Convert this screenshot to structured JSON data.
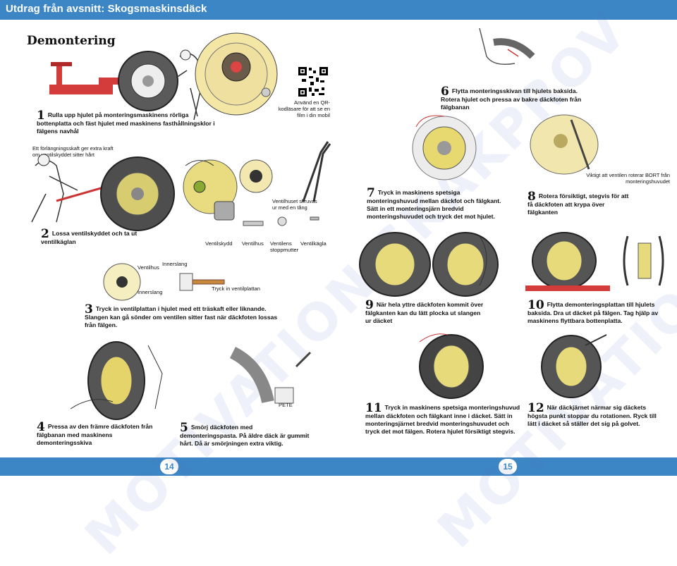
{
  "header": {
    "title": "Utdrag från avsnitt: Skogsmaskinsdäck"
  },
  "section_heading": "Demontering",
  "watermark": "MOTIVATION SKAKPROV",
  "qr_caption": "Använd en QR-kodläsare för att se en film i din mobil",
  "steps": [
    {
      "num": "1",
      "text": "Rulla upp hjulet på monteringsmaskinens rörliga bottenplatta och fäst hjulet med maskinens fasthållningsklor i fälgens navhål"
    },
    {
      "num": "2",
      "text": "Lossa ventilskyddet och ta ut ventilkäglan"
    },
    {
      "num": "3",
      "text": "Tryck in ventilplattan i hjulet med ett träskaft eller liknande. Slangen kan gå sönder om ventilen sitter fast när däckfoten lossas från fälgen."
    },
    {
      "num": "4",
      "text": "Pressa av den främre däckfoten från fälgbanan med maskinens demonteringsskiva"
    },
    {
      "num": "5",
      "text": "Smörj däckfoten med demonteringspasta. På äldre däck är gummit hårt. Då är smörjningen extra viktig."
    },
    {
      "num": "6",
      "title": "Flytta monteringsskivan till hjulets baksida.",
      "text": "Rotera hjulet och pressa av bakre däckfoten från fälgbanan"
    },
    {
      "num": "7",
      "text": "Tryck in maskinens spetsiga monteringshuvud mellan däckfot och fälgkant. Sätt in ett monteringsjärn bredvid monteringshuvudet och tryck det mot hjulet."
    },
    {
      "num": "8",
      "text": "Rotera försiktigt, stegvis för att få däckfoten att krypa över fälgkanten"
    },
    {
      "num": "9",
      "text": "När hela yttre däckfoten kommit över fälgkanten kan du lätt plocka ut slangen ur däcket"
    },
    {
      "num": "10",
      "text": "Flytta demonteringsplattan till hjulets baksida. Dra ut däcket på fälgen. Tag hjälp av maskinens flyttbara bottenplatta."
    },
    {
      "num": "11",
      "text": "Tryck in maskinens spetsiga monteringshuvud mellan däckfoten och fälgkant inne i däcket. Sätt in monteringsjärnet bredvid monteringshuvudet och tryck det mot fälgen. Rotera hjulet försiktigt stegvis."
    },
    {
      "num": "12",
      "text": "När däckjärnet närmar sig däckets högsta punkt stoppar du rotationen. Ryck till lätt i däcket så ställer det sig på golvet."
    }
  ],
  "notes": {
    "extension": "Ett förlängningsskaft ger extra kraft om ventilskyddet sitter hårt",
    "valve_body_loose": "Ventilhuset skruvas ur med en tång",
    "rotate_valve": "Viktigt att ventilen roterar BORT från monteringshuvudet",
    "push_valve_plate": "Tryck in ventilplattan"
  },
  "parts": [
    "Ventilskydd",
    "Ventilhus",
    "Ventilens stoppmutter",
    "Ventilkägla"
  ],
  "tube_labels": {
    "valve_body": "Ventilhus",
    "tube_top": "Innerslang",
    "tube_bottom": "Innerslang"
  },
  "paste_can": "PETE",
  "pages": {
    "left": "14",
    "right": "15"
  }
}
